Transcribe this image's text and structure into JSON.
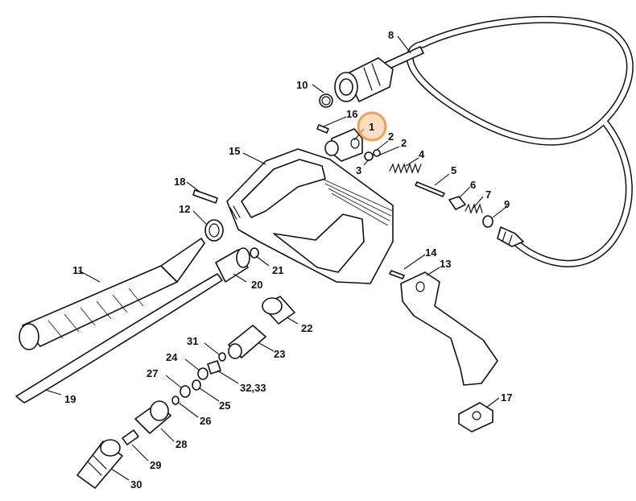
{
  "highlight_color": "#f0a050",
  "highlighted_callout": "1",
  "callouts": {
    "c1": "1",
    "c2a": "2",
    "c2b": "2",
    "c3": "3",
    "c4": "4",
    "c5": "5",
    "c6": "6",
    "c7": "7",
    "c8": "8",
    "c9": "9",
    "c10": "10",
    "c11": "11",
    "c12": "12",
    "c13": "13",
    "c14": "14",
    "c15": "15",
    "c16": "16",
    "c17": "17",
    "c18": "18",
    "c19": "19",
    "c20": "20",
    "c21": "21",
    "c22": "22",
    "c23": "23",
    "c24": "24",
    "c25": "25",
    "c26": "26",
    "c27": "27",
    "c28": "28",
    "c29": "29",
    "c30": "30",
    "c31": "31",
    "c3233": "32,33"
  }
}
